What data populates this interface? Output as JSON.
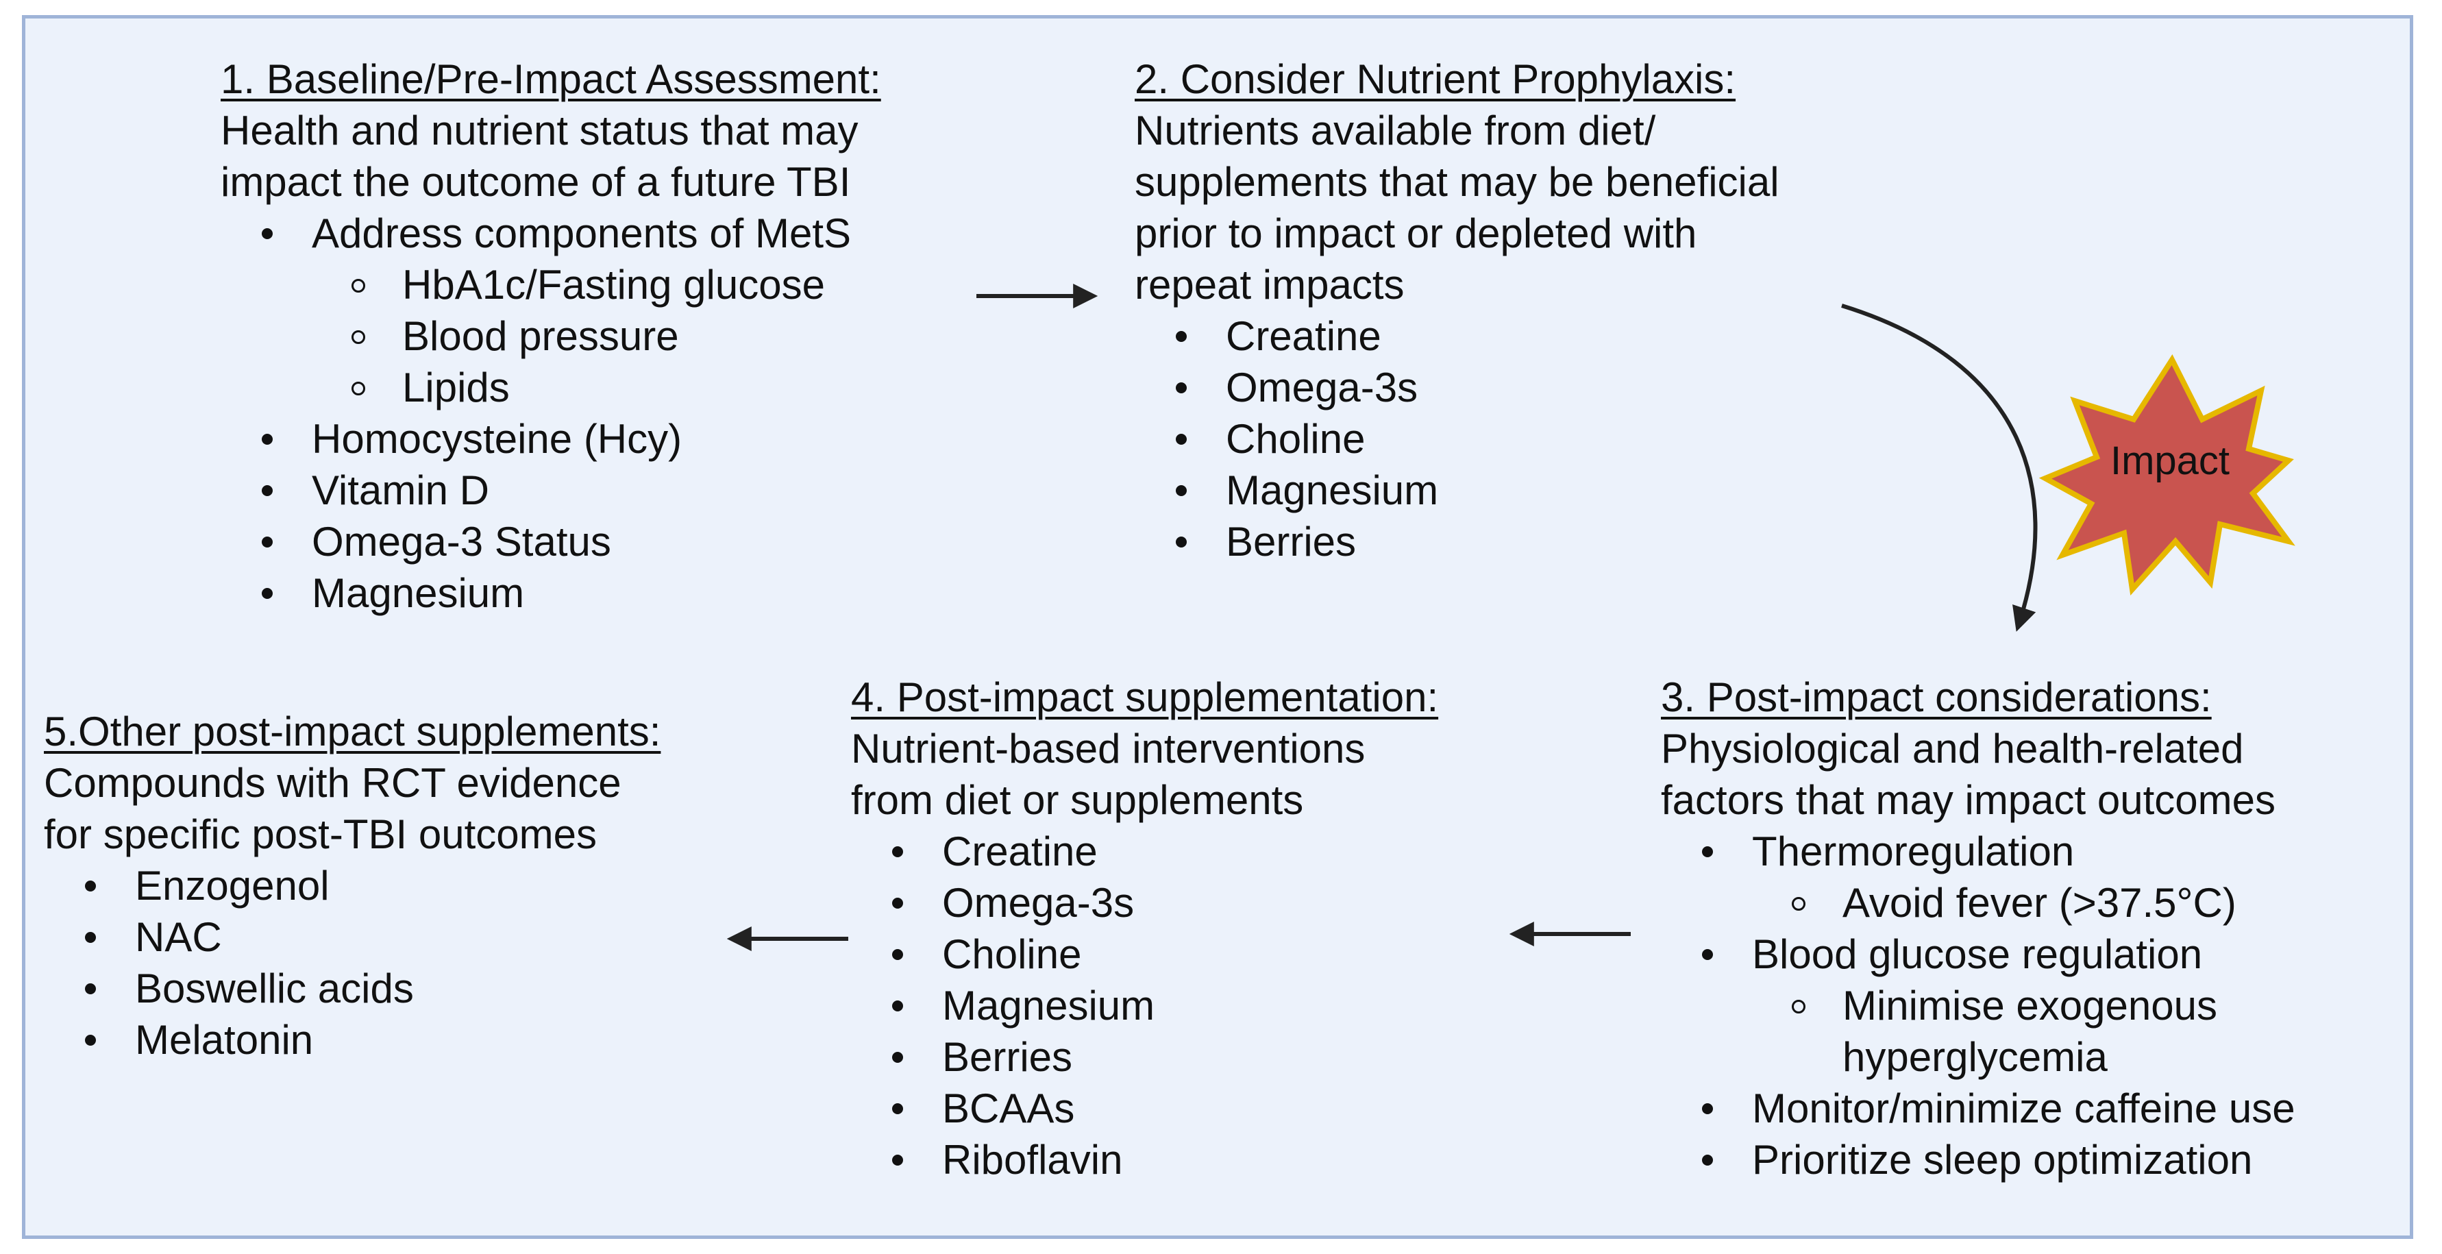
{
  "colors": {
    "background": "#ecf2fb",
    "border": "#9fb4d8",
    "text": "#111111",
    "impact_fill": "#c9544f",
    "impact_stroke": "#e6b800",
    "arrow": "#222222"
  },
  "step1": {
    "heading": "1. Baseline/Pre-Impact Assessment:",
    "desc": [
      "Health and nutrient status that may",
      "impact the outcome of a future TBI"
    ],
    "items": [
      {
        "label": "Address components of MetS",
        "sub": [
          "HbA1c/Fasting glucose",
          "Blood pressure",
          "Lipids"
        ]
      },
      {
        "label": "Homocysteine (Hcy)"
      },
      {
        "label": "Vitamin D"
      },
      {
        "label": "Omega-3 Status"
      },
      {
        "label": "Magnesium"
      }
    ]
  },
  "step2": {
    "heading": "2. Consider Nutrient Prophylaxis:",
    "desc": [
      "Nutrients available from diet/",
      "supplements that may be beneficial",
      "prior to impact or depleted with",
      "repeat impacts"
    ],
    "items": [
      "Creatine",
      "Omega-3s",
      "Choline",
      "Magnesium",
      "Berries"
    ]
  },
  "impact": {
    "label": "Impact"
  },
  "step3": {
    "heading": "3. Post-impact considerations:",
    "desc": [
      "Physiological and health-related",
      "factors that may impact outcomes"
    ],
    "items": [
      {
        "label": "Thermoregulation",
        "sub": [
          "Avoid fever (>37.5°C)"
        ]
      },
      {
        "label": "Blood glucose regulation",
        "sub": [
          "Minimise exogenous",
          "hyperglycemia"
        ]
      },
      {
        "label": "Monitor/minimize caffeine use"
      },
      {
        "label": "Prioritize sleep optimization"
      }
    ]
  },
  "step4": {
    "heading": "4. Post-impact supplementation:",
    "desc": [
      "Nutrient-based interventions",
      "from diet or supplements"
    ],
    "items": [
      "Creatine",
      "Omega-3s",
      "Choline",
      "Magnesium",
      "Berries",
      "BCAAs",
      "Riboflavin"
    ]
  },
  "step5": {
    "heading": "5.Other post-impact supplements:",
    "desc": [
      "Compounds with RCT evidence",
      "for specific post-TBI outcomes"
    ],
    "items": [
      "Enzogenol",
      "NAC",
      "Boswellic acids",
      "Melatonin"
    ]
  }
}
